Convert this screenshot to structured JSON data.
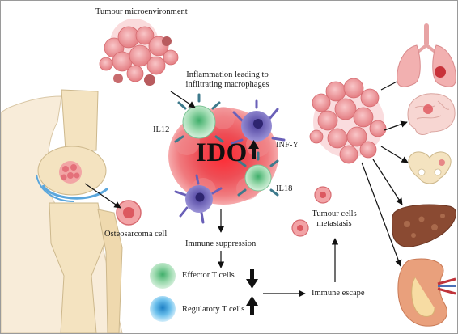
{
  "labels": {
    "tumour_microenvironment": "Tumour microenvironment",
    "inflammation_line1": "Inflammation leading to",
    "inflammation_line2": "infiltrating macrophages",
    "il12": "IL12",
    "inf_y": "INF-Y",
    "il18": "IL18",
    "ido": "IDO",
    "osteosarcoma_cell": "Osteosarcoma cell",
    "immune_suppression": "Immune suppression",
    "effector_t_cells": "Effector T cells",
    "regulatory_t_cells": "Regulatory T cells",
    "immune_escape": "Immune escape",
    "metastasis_line1": "Tumour cells",
    "metastasis_line2": "metastasis"
  },
  "indicators": {
    "ido": "up",
    "effector_t_cells": "down",
    "regulatory_t_cells": "up"
  },
  "colors": {
    "tumour_cell": "#f2a3a6",
    "tumour_core": "#d9555b",
    "ido_glow": "#e8333b",
    "macrophage": "#7b72c4",
    "t_cell_green": "#8fd3a2",
    "t_cell_blue": "#5fb7e6",
    "bone": "#f4e6c8",
    "cartilage": "#7fb6e0",
    "lung": "#f2b0b0",
    "liver": "#8a4a32",
    "kidney": "#e9a07c",
    "arrow": "#111111"
  },
  "icons": [
    "tumour-microenvironment-cluster",
    "knee-joint-illustration",
    "osteosarcoma-cell-icon",
    "ido-tumour-mass",
    "macrophage-icon",
    "effector-t-cell-icon",
    "regulatory-t-cell-icon",
    "tumour-cell-cluster",
    "lung-icon",
    "brain-icon",
    "pelvis-icon",
    "liver-icon",
    "kidney-icon"
  ]
}
